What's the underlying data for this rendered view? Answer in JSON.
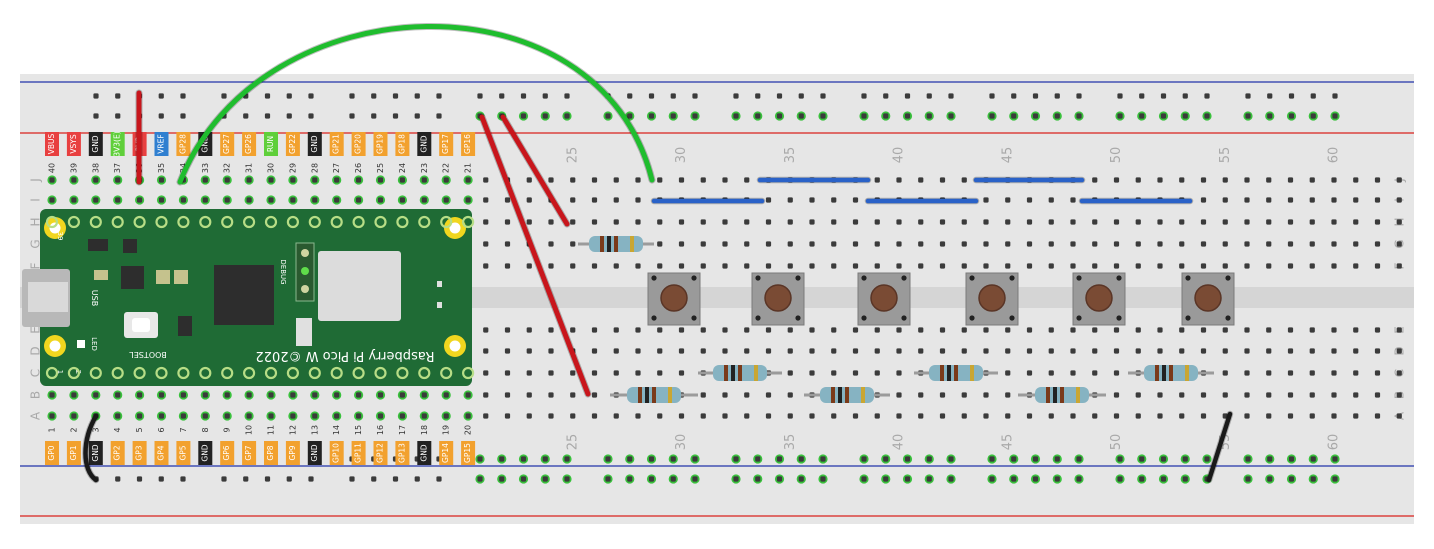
{
  "board": {
    "top_row_labels": [
      "J",
      "I",
      "H",
      "G",
      "F"
    ],
    "bottom_row_labels": [
      "E",
      "D",
      "C",
      "B",
      "A"
    ],
    "column_numbers": [
      "25",
      "30",
      "35",
      "40",
      "45",
      "50",
      "55",
      "60"
    ],
    "colors": {
      "board": "#e6e6e6",
      "rail_red": "#d9221c",
      "rail_blue": "#2233aa",
      "hole": "#3b3b3b",
      "connected": "#39c13c"
    }
  },
  "pico": {
    "name": "Raspberry Pi Pico W ©2022",
    "bootsel_label": "BOOTSEL",
    "usb_label": "USB",
    "led_label": "LED",
    "debug_label": "DEBUG",
    "corner_pin_top": "39",
    "corner_pin_bottom_1": "1",
    "corner_pin_bottom_2": "2",
    "pcb_color": "#1f6b35",
    "top_pins": [
      {
        "num": "40",
        "label": "VBUS",
        "color": "#e84040"
      },
      {
        "num": "39",
        "label": "VSYS",
        "color": "#e84040"
      },
      {
        "num": "38",
        "label": "GND",
        "color": "#222222"
      },
      {
        "num": "37",
        "label": "3V3(E)",
        "color": "#5fcf3a"
      },
      {
        "num": "36",
        "label": "3V3",
        "color": "#e84040"
      },
      {
        "num": "35",
        "label": "VREF",
        "color": "#2f7fd0"
      },
      {
        "num": "34",
        "label": "GP28",
        "color": "#f2a12e"
      },
      {
        "num": "33",
        "label": "GND",
        "color": "#222222"
      },
      {
        "num": "32",
        "label": "GP27",
        "color": "#f2a12e"
      },
      {
        "num": "31",
        "label": "GP26",
        "color": "#f2a12e"
      },
      {
        "num": "30",
        "label": "RUN",
        "color": "#5fcf3a"
      },
      {
        "num": "29",
        "label": "GP22",
        "color": "#f2a12e"
      },
      {
        "num": "28",
        "label": "GND",
        "color": "#222222"
      },
      {
        "num": "27",
        "label": "GP21",
        "color": "#f2a12e"
      },
      {
        "num": "26",
        "label": "GP20",
        "color": "#f2a12e"
      },
      {
        "num": "25",
        "label": "GP19",
        "color": "#f2a12e"
      },
      {
        "num": "24",
        "label": "GP18",
        "color": "#f2a12e"
      },
      {
        "num": "23",
        "label": "GND",
        "color": "#222222"
      },
      {
        "num": "22",
        "label": "GP17",
        "color": "#f2a12e"
      },
      {
        "num": "21",
        "label": "GP16",
        "color": "#f2a12e"
      }
    ],
    "bottom_pins": [
      {
        "num": "1",
        "label": "GP0",
        "color": "#f2a12e"
      },
      {
        "num": "2",
        "label": "GP1",
        "color": "#f2a12e"
      },
      {
        "num": "3",
        "label": "GND",
        "color": "#222222"
      },
      {
        "num": "4",
        "label": "GP2",
        "color": "#f2a12e"
      },
      {
        "num": "5",
        "label": "GP3",
        "color": "#f2a12e"
      },
      {
        "num": "6",
        "label": "GP4",
        "color": "#f2a12e"
      },
      {
        "num": "7",
        "label": "GP5",
        "color": "#f2a12e"
      },
      {
        "num": "8",
        "label": "GND",
        "color": "#222222"
      },
      {
        "num": "9",
        "label": "GP6",
        "color": "#f2a12e"
      },
      {
        "num": "10",
        "label": "GP7",
        "color": "#f2a12e"
      },
      {
        "num": "11",
        "label": "GP8",
        "color": "#f2a12e"
      },
      {
        "num": "12",
        "label": "GP9",
        "color": "#f2a12e"
      },
      {
        "num": "13",
        "label": "GND",
        "color": "#222222"
      },
      {
        "num": "14",
        "label": "GP10",
        "color": "#f2a12e"
      },
      {
        "num": "15",
        "label": "GP11",
        "color": "#f2a12e"
      },
      {
        "num": "16",
        "label": "GP12",
        "color": "#f2a12e"
      },
      {
        "num": "17",
        "label": "GP13",
        "color": "#f2a12e"
      },
      {
        "num": "18",
        "label": "GND",
        "color": "#222222"
      },
      {
        "num": "19",
        "label": "GP14",
        "color": "#f2a12e"
      },
      {
        "num": "20",
        "label": "GP15",
        "color": "#f2a12e"
      }
    ]
  },
  "components": {
    "buttons": 6,
    "resistors": 7,
    "wire_colors": {
      "green": "#1fbd2e",
      "red": "#c8161c",
      "blue": "#2a62c8",
      "black": "#1a1a1a"
    }
  }
}
